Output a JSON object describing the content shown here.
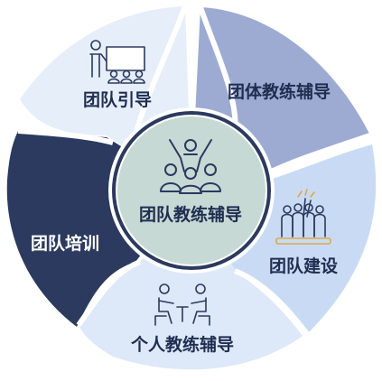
{
  "center": {
    "label": "团队教练辅导"
  },
  "segments": [
    {
      "label": "团队引导",
      "color": "#e6eefa",
      "text_color": "#1f2d50",
      "icon": "presentation-icon"
    },
    {
      "label": "团体教练辅导",
      "color": "#9dabd3",
      "text_color": "#1f2d50",
      "icon": "none"
    },
    {
      "label": "团队建设",
      "color": "#c9dbf4",
      "text_color": "#1f2d50",
      "icon": "team-celebration-icon"
    },
    {
      "label": "个人教练辅导",
      "color": "#dde8f8",
      "text_color": "#1f2d50",
      "icon": "one-on-one-icon"
    },
    {
      "label": "团队培训",
      "color": "#2b3a5e",
      "text_color": "#ffffff",
      "icon": "none"
    }
  ],
  "colors": {
    "center_fill": "#c7d9d4",
    "ring": "#2b3a5e",
    "icon_stroke": "#2b3a5e",
    "accent_gold": "#e2a64c"
  }
}
